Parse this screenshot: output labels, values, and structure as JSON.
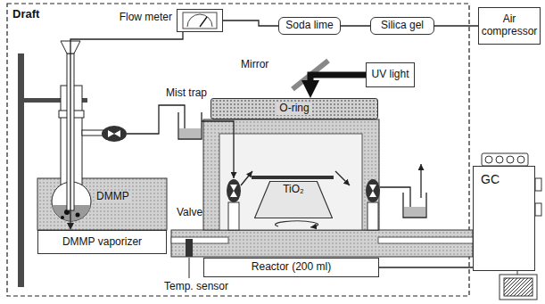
{
  "diagram": {
    "nodes": [
      {
        "text": [
          "Flow meter"
        ]
      },
      {
        "text": [
          "Soda lime"
        ]
      },
      {
        "text": [
          "Silica gel"
        ]
      },
      {
        "text": [
          "Air compressor"
        ]
      },
      {
        "text": [
          "UV light"
        ]
      },
      {
        "text": [
          "O-ring"
        ]
      },
      {
        "text": [
          "TiO₂"
        ]
      },
      {
        "text": [
          "GC"
        ]
      },
      {
        "text": [
          "DMMP vaporizer"
        ]
      },
      {
        "text": [
          "Reactor (200 ml)"
        ]
      }
    ],
    "edges": [
      {
        "from": 3,
        "to": 2,
        "arrow": "none"
      },
      {
        "from": 2,
        "to": 1,
        "arrow": "none"
      },
      {
        "from": 1,
        "to": 0,
        "arrow": "none"
      },
      {
        "from": 0,
        "to": 8,
        "arrow": "to"
      },
      {
        "from": 4,
        "to": 5,
        "arrow": "to"
      },
      {
        "from": 9,
        "to": 7,
        "arrow": "none"
      }
    ],
    "labels": [
      "Draft",
      "Mirror",
      "Mist trap",
      "DMMP",
      "Valve",
      "Temp. sensor"
    ]
  }
}
